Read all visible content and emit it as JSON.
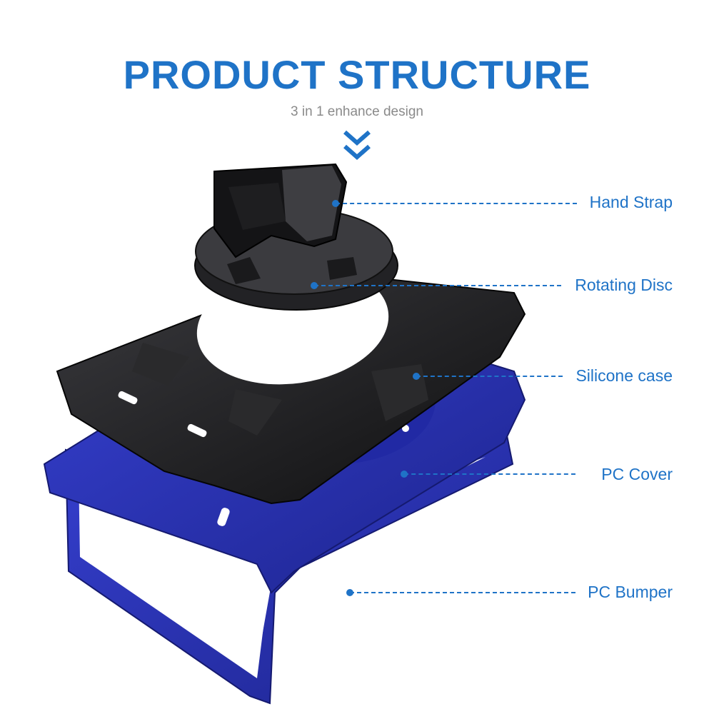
{
  "header": {
    "title": "PRODUCT STRUCTURE",
    "subtitle": "3 in 1 enhance design"
  },
  "callouts": [
    {
      "label": "Hand Strap"
    },
    {
      "label": "Rotating Disc"
    },
    {
      "label": "Silicone case"
    },
    {
      "label": "PC Cover"
    },
    {
      "label": "PC Bumper"
    }
  ],
  "colors": {
    "accent": "#1f73c7",
    "subtitle": "#8a8a8a",
    "case_black": "#1c1c1e",
    "case_blue": "#2a33b8"
  },
  "icons": [
    "double-chevron-down-icon"
  ]
}
